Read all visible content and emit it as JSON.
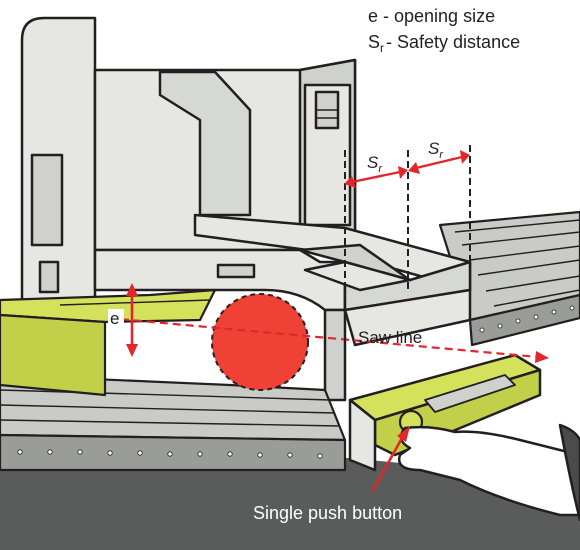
{
  "legend": {
    "line1": "e - opening size",
    "line2_symbol": "S",
    "line2_sub": "r",
    "line2_text": "- Safety distance"
  },
  "labels": {
    "opening_letter": "e",
    "saw_line": "Saw line",
    "push_button": "Single push button",
    "sr_symbol": "S",
    "sr_sub": "r"
  },
  "colors": {
    "outline": "#231f20",
    "machine_light": "#e6e7e3",
    "machine_mid": "#cfd1cc",
    "machine_dark": "#9a9c98",
    "conveyor": "#c9cbc7",
    "floor": "#5a5b5b",
    "accent_yellow": "#d4e15a",
    "blade_red": "#ef4136",
    "sawline_red": "#e1262c",
    "hand": "#ffffff"
  }
}
